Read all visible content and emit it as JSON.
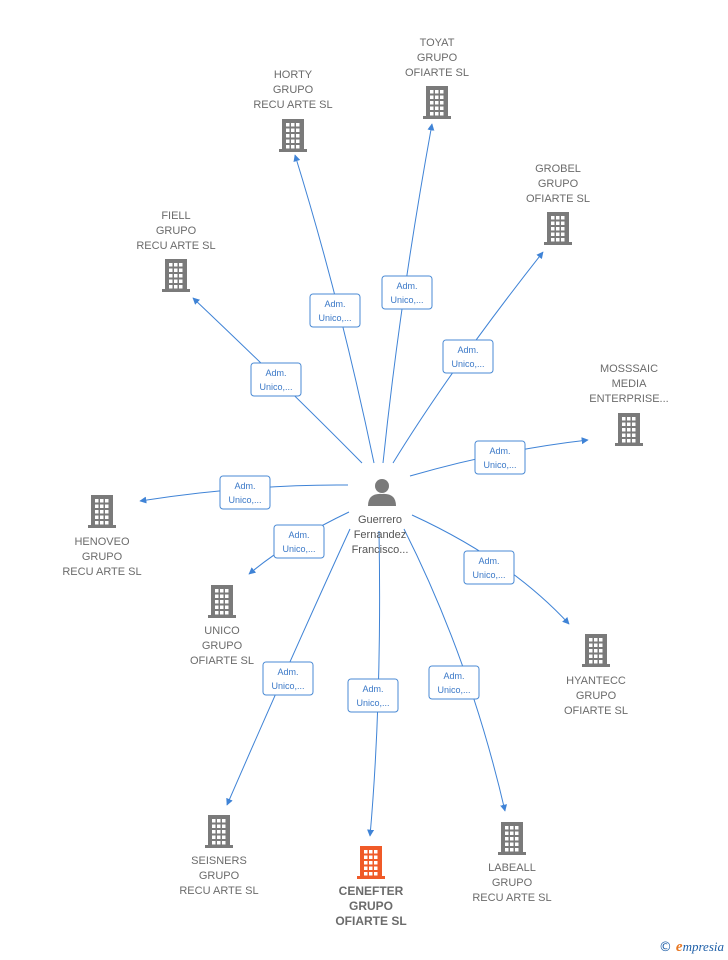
{
  "colors": {
    "edge": "#3f83d6",
    "building": "#7a7a7a",
    "highlight": "#f05a28",
    "person": "#7a7a7a"
  },
  "center": {
    "lines": [
      "Guerrero",
      "Fernandez",
      "Francisco..."
    ],
    "icon": "person-icon"
  },
  "role_label": [
    "Adm.",
    "Unico,..."
  ],
  "companies": [
    {
      "id": "toyat",
      "lines": [
        "TOYAT",
        "GRUPO",
        "OFIARTE  SL"
      ],
      "highlight": false
    },
    {
      "id": "horty",
      "lines": [
        "HORTY",
        "GRUPO",
        "RECU ARTE  SL"
      ],
      "highlight": false
    },
    {
      "id": "grobel",
      "lines": [
        "GROBEL",
        "GRUPO",
        "OFIARTE  SL"
      ],
      "highlight": false
    },
    {
      "id": "fiell",
      "lines": [
        "FIELL",
        "GRUPO",
        "RECU ARTE  SL"
      ],
      "highlight": false
    },
    {
      "id": "mosssaic",
      "lines": [
        "MOSSSAIC",
        "MEDIA",
        "ENTERPRISE..."
      ],
      "highlight": false
    },
    {
      "id": "henoveo",
      "lines": [
        "HENOVEO",
        "GRUPO",
        "RECU ARTE  SL"
      ],
      "highlight": false
    },
    {
      "id": "unico",
      "lines": [
        "UNICO",
        "GRUPO",
        "OFIARTE  SL"
      ],
      "highlight": false
    },
    {
      "id": "hyantecc",
      "lines": [
        "HYANTECC",
        "GRUPO",
        "OFIARTE  SL"
      ],
      "highlight": false
    },
    {
      "id": "seisners",
      "lines": [
        "SEISNERS",
        "GRUPO",
        "RECU ARTE  SL"
      ],
      "highlight": false
    },
    {
      "id": "cenefter",
      "lines": [
        "CENEFTER",
        "GRUPO",
        "OFIARTE  SL"
      ],
      "highlight": true
    },
    {
      "id": "labeall",
      "lines": [
        "LABEALL",
        "GRUPO",
        "RECU ARTE  SL"
      ],
      "highlight": false
    }
  ],
  "footer": {
    "copyright": "©",
    "brand_first": "e",
    "brand_rest": "mpresia"
  }
}
